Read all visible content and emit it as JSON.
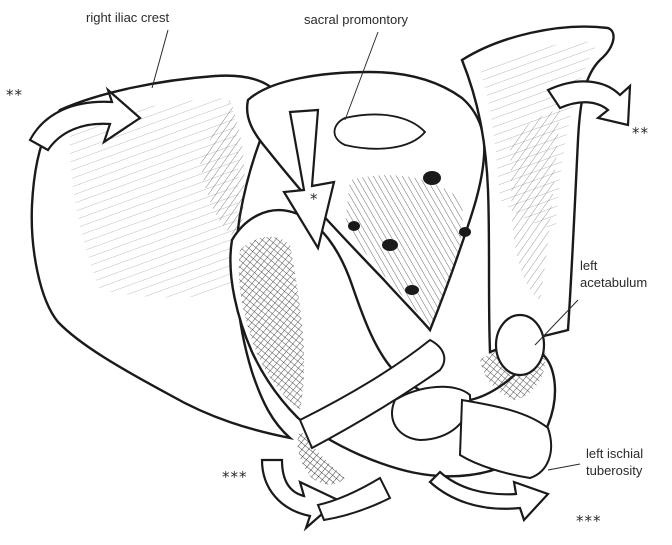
{
  "labels": {
    "right_iliac_crest": "right iliac crest",
    "sacral_promontory": "sacral promontory",
    "left_acetabulum_line1": "left",
    "left_acetabulum_line2": "acetabulum",
    "left_ischial_line1": "left ischial",
    "left_ischial_line2": "tuberosity"
  },
  "markers": {
    "double_left": "**",
    "double_right": "**",
    "single_center": "*",
    "triple_left": "***",
    "triple_right": "***"
  },
  "colors": {
    "ink": "#1a1a1a",
    "bone": "#ffffff",
    "hatch": "#3a3a3a",
    "background": "#ffffff"
  },
  "icons": [
    "curved-arrow-icon",
    "down-arrow-icon"
  ]
}
